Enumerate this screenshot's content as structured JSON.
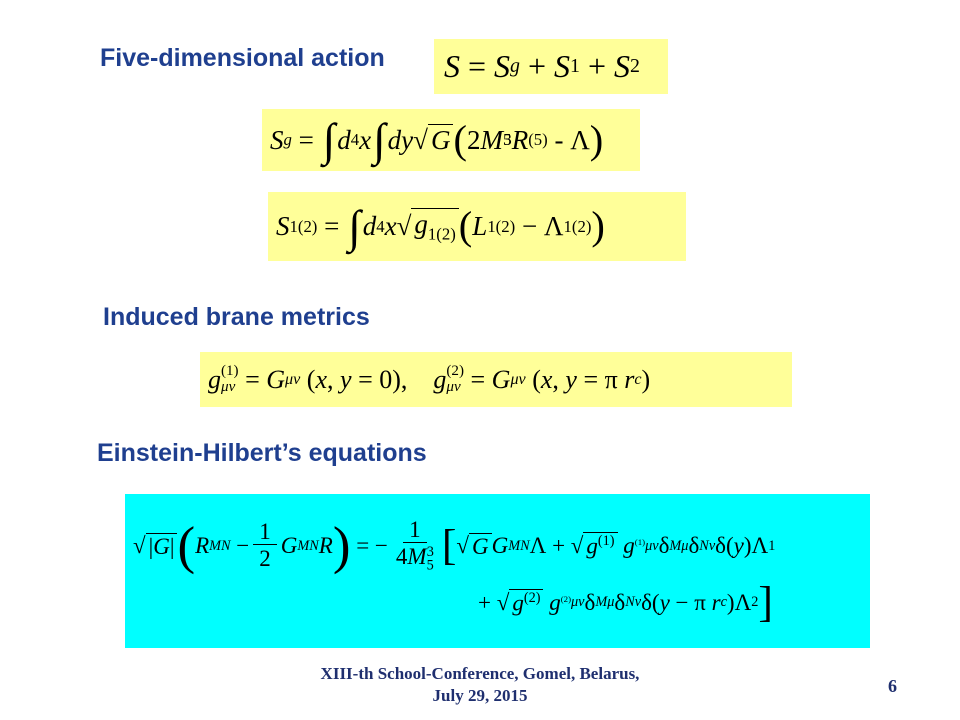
{
  "headings": {
    "action": "Five-dimensional action",
    "metrics": "Induced brane metrics",
    "equations": "Einstein-Hilbert’s equations"
  },
  "equations": {
    "total_action": "S = S_g + S_1 + S_2",
    "gravity_action": "S_g = ∫d^4x ∫dy √G (2M_5^3 R^(5) - Λ)",
    "brane_action": "S_1(2) = ∫d^4x √g_1(2) (L_1(2) − Λ_1(2))",
    "induced_metrics": "g^(1)_μν = G_μν(x, y = 0),   g^(2)_μν = G_μν(x, y = π r_c)",
    "einstein_line1": "√|G| (R_MN − (1/2) G_MN R) = − 1/(4M_5^3) [ √G G_MN Λ + √g^(1) g^(1)_μν δ^μ_M δ^ν_N δ(y) Λ_1",
    "einstein_line2": "+ √g^(2) g^(2)_μν δ^μ_M δ^ν_N δ(y − π r_c) Λ_2 ]"
  },
  "footer": {
    "line1": "XIII-th School-Conference, Gomel, Belarus,",
    "line2": "July 29, 2015",
    "page": "6"
  },
  "colors": {
    "heading": "#1f3f8f",
    "formula_box": "#ffff99",
    "einstein_box": "#00ffff",
    "footer": "#1f2f6f"
  }
}
